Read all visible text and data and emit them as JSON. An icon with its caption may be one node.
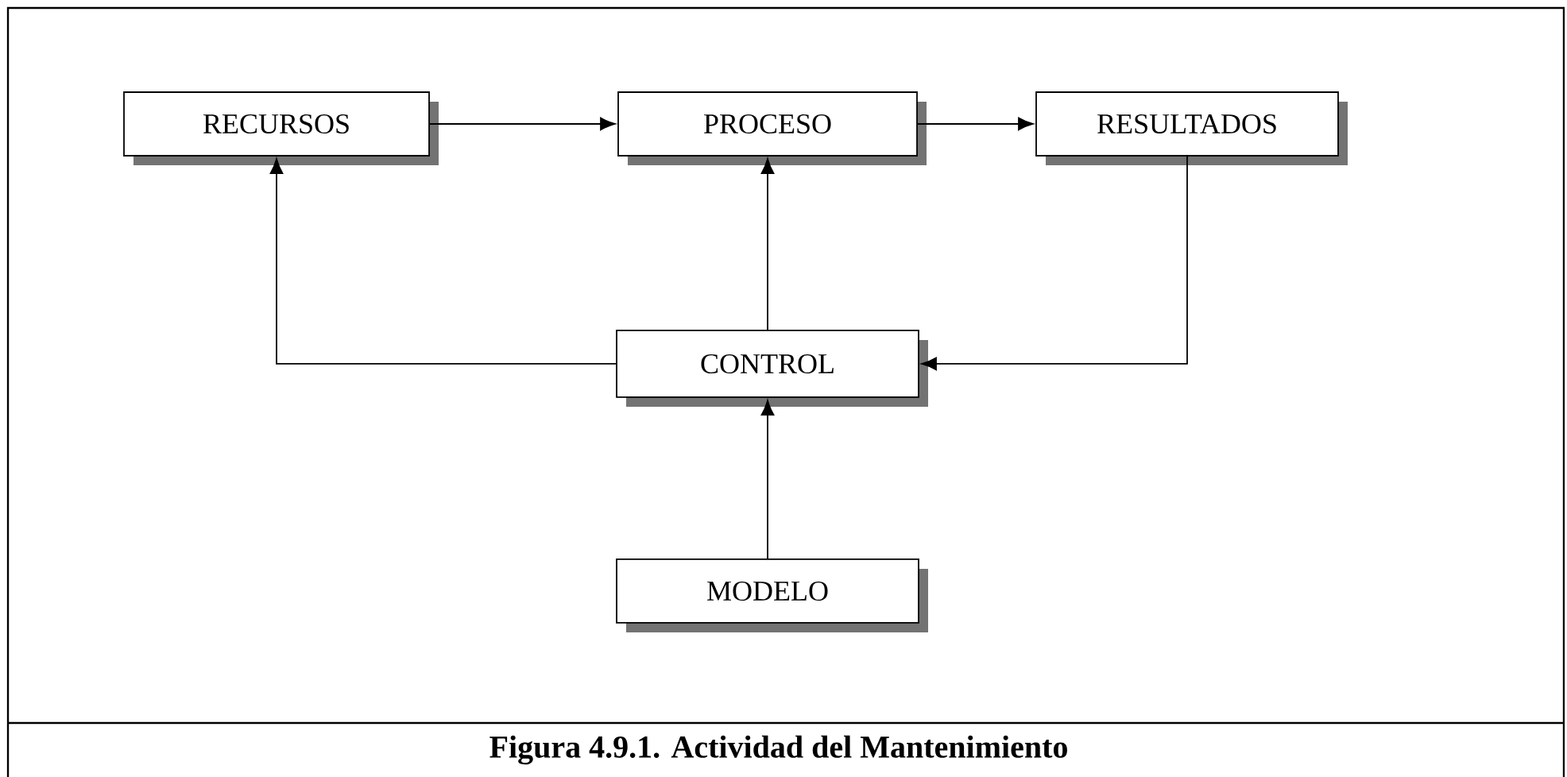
{
  "diagram": {
    "caption": "Figura 4.9.1. Actividad del Mantenimiento",
    "nodes": [
      {
        "text": [
          "RECURSOS"
        ]
      },
      {
        "text": [
          "PROCESO"
        ]
      },
      {
        "text": [
          "RESULTADOS"
        ]
      },
      {
        "text": [
          "CONTROL"
        ]
      },
      {
        "text": [
          "MODELO"
        ]
      }
    ],
    "edges": [
      {
        "from": 0,
        "to": 1,
        "arrow": "to"
      },
      {
        "from": 1,
        "to": 2,
        "arrow": "to"
      },
      {
        "from": 3,
        "to": 0,
        "arrow": "to"
      },
      {
        "from": 3,
        "to": 1,
        "arrow": "to"
      },
      {
        "from": 2,
        "to": 3,
        "arrow": "to"
      },
      {
        "from": 4,
        "to": 3,
        "arrow": "to"
      }
    ]
  }
}
